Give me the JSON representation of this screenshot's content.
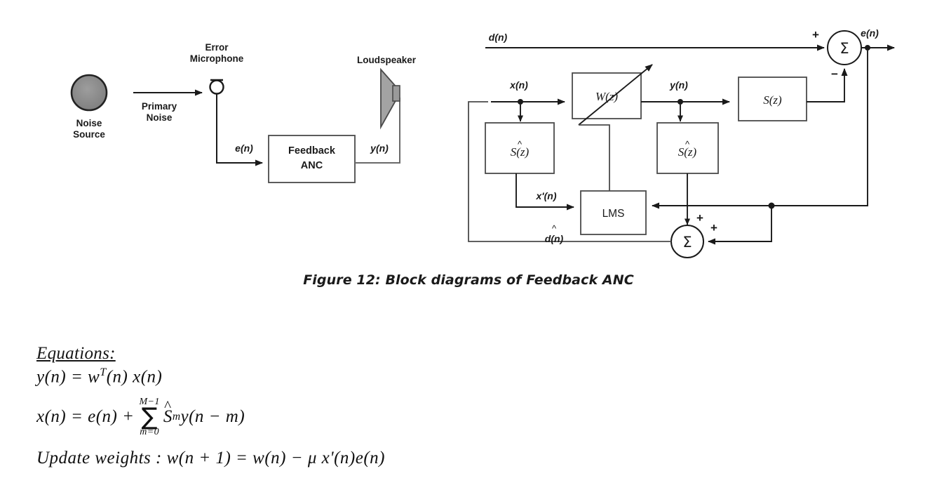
{
  "figure": {
    "caption": "Figure 12: Block diagrams of Feedback ANC",
    "left_diagram": {
      "name": "physical-feedback-anc-layout",
      "noise_source_label_line1": "Noise",
      "noise_source_label_line2": "Source",
      "primary_noise_label_line1": "Primary",
      "primary_noise_label_line2": "Noise",
      "error_mic_label_line1": "Error",
      "error_mic_label_line2": "Microphone",
      "loudspeaker_label": "Loudspeaker",
      "anc_block_line1": "Feedback",
      "anc_block_line2": "ANC",
      "error_signal_label": "e(n)",
      "output_signal_label": "y(n)"
    },
    "right_diagram": {
      "name": "feedback-anc-signal-flow",
      "disturbance_label": "d(n)",
      "reference_label": "x(n)",
      "control_filter_label": "W(z)",
      "control_output_label": "y(n)",
      "secondary_path_label": "S(z)",
      "secondary_path_estimate_label": "S(z)",
      "secondary_path_estimate_hat": "^",
      "filtered_reference_label": "x'(n)",
      "lms_label": "LMS",
      "estimated_disturbance_label": "d(n)",
      "estimated_disturbance_hat": "^",
      "error_label": "e(n)",
      "sum_symbol": "Σ",
      "sign_plus": "+",
      "sign_minus": "−"
    }
  },
  "equations": {
    "title": "Equations:",
    "eq1": {
      "lhs": "y(n)",
      "eq": "=",
      "w": "w",
      "transpose": "T",
      "arg1": "(n)",
      "x": "x(n)"
    },
    "eq2": {
      "lhs": "x(n)",
      "eq": "=",
      "term1": "e(n)",
      "plus": "+",
      "sum_upper": "M−1",
      "sum_symbol": "∑",
      "sum_lower": "m=0",
      "s_hat_base": "S",
      "s_hat_mark": "^",
      "s_index": "m",
      "tail": "y(n − m)"
    },
    "eq3": {
      "label": "Update weights :",
      "body": "w(n + 1) = w(n) − μ x'(n)e(n)"
    }
  },
  "colors": {
    "stroke": "#1a1a1a",
    "noise_fill": "#8c8c8c",
    "speaker_fill": "#a0a0a0",
    "text": "#101010"
  }
}
